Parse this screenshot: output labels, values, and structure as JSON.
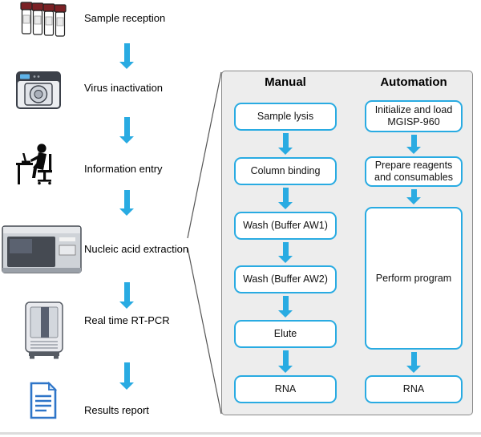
{
  "colors": {
    "accent": "#29ABE2",
    "panel_bg": "#EDEDED",
    "panel_border": "#8A8A8A",
    "report_blue": "#2E75C8"
  },
  "flow": {
    "steps": [
      {
        "label": "Sample reception",
        "icon": "sample-tubes-icon"
      },
      {
        "label": "Virus inactivation",
        "icon": "inactivation-machine-icon"
      },
      {
        "label": "Information entry",
        "icon": "person-computer-icon"
      },
      {
        "label": "Nucleic acid extraction",
        "icon": "extraction-instrument-icon"
      },
      {
        "label": "Real time RT-PCR",
        "icon": "pcr-machine-icon"
      },
      {
        "label": "Results report",
        "icon": "report-document-icon"
      }
    ]
  },
  "panel": {
    "columns": [
      {
        "title": "Manual",
        "steps": [
          "Sample lysis",
          "Column binding",
          "Wash (Buffer AW1)",
          "Wash (Buffer AW2)",
          "Elute",
          "RNA"
        ]
      },
      {
        "title": "Automation",
        "steps": [
          "Initialize and load MGISP-960",
          "Prepare reagents and consumables",
          "Perform program",
          "RNA"
        ]
      }
    ]
  }
}
